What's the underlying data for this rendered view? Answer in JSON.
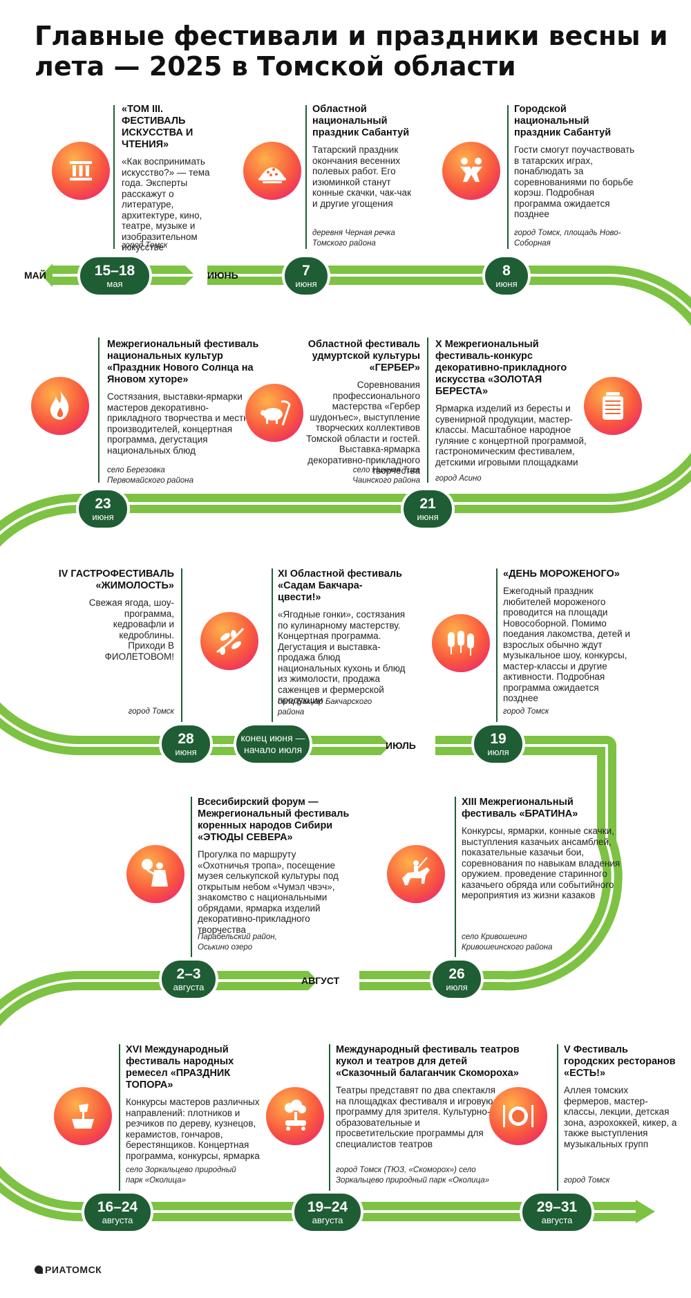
{
  "title": "Главные фестивали и праздники весны и лета — 2025 в Томской области",
  "months": {
    "may": "МАЙ",
    "june": "ИЮНЬ",
    "july": "ИЮЛЬ",
    "august": "АВГУСТ"
  },
  "colors": {
    "track": "#7dc243",
    "badge": "#1f5d34",
    "icon_from": "#ffb14a",
    "icon_to": "#e8157e"
  },
  "events": [
    {
      "id": "tom3",
      "icon": "roman-three-icon",
      "title": "«ТОМ III. ФЕСТИВАЛЬ ИСКУССТВА И ЧТЕНИЯ»",
      "desc": "«Как воспринимать искусство?» — тема года. Эксперты расскажут о литературе, архитектуре, кино, театре, музыке и изобразительном искусстве",
      "location": "город Томск",
      "date": "15–18",
      "month": "мая"
    },
    {
      "id": "sabantuy-region",
      "icon": "chak-chak-icon",
      "title": "Областной национальный праздник Сабантуй",
      "desc": "Татарский праздник окончания весенних полевых работ. Его изюминкой станут конные скачки, чак-чак и другие угощения",
      "location": "деревня Черная речка Томского района",
      "date": "7",
      "month": "июня"
    },
    {
      "id": "sabantuy-city",
      "icon": "wrestlers-icon",
      "title": "Городской национальный праздник Сабантуй",
      "desc": "Гости смогут поучаствовать в татарских играх, понаблюдать за соревнованиями по борьбе корэш. Подробная программа ожидается позднее",
      "location": "город Томск, площадь Ново-Соборная",
      "date": "8",
      "month": "июня"
    },
    {
      "id": "new-sun",
      "icon": "fire-icon",
      "title": "Межрегиональный фестиваль национальных культур «Праздник Нового Солнца на Яновом хуторе»",
      "desc": "Состязания, выставки-ярмарки мастеров декоративно-прикладного творчества и местных производителей, концертная программа, дегустация национальных блюд",
      "location": "село Березовка Первомайского района",
      "date": "23",
      "month": "июня"
    },
    {
      "id": "gerber",
      "icon": "pig-scythe-icon",
      "title": "Областной фестиваль удмуртской культуры «ГЕРБЕР»",
      "desc": "Соревнования профессионального мастерства «Гербер шудонъес», выступление творческих коллективов Томской области и гостей. Выставка-ярмарка декоративно-прикладного творчества",
      "location": "село Нижняя Тига Чаинского района",
      "date": "21",
      "month": "июня"
    },
    {
      "id": "beresta",
      "icon": "birch-jar-icon",
      "title": "X Межрегиональный фестиваль-конкурс декоративно-прикладного искусства «ЗОЛОТАЯ БЕРЕСТА»",
      "desc": "Ярмарка изделий из бересты и сувенирной продукции, мастер-классы. Масштабное народное гуляние с концертной программой, гастрономическим фестивалем, детскими игровыми площадками",
      "location": "город Асино"
    },
    {
      "id": "zhimolost",
      "icon": "honeysuckle-icon",
      "title": "IV ГАСТРОФЕСТИВАЛЬ «ЖИМОЛОСТЬ»",
      "desc": "Свежая ягода, шоу-программа, кедровафли и кедроблины. Приходи В ФИОЛЕТОВОМ!",
      "location": "город Томск",
      "date": "28",
      "month": "июня"
    },
    {
      "id": "bakchar",
      "icon": "honeysuckle-branch-icon",
      "title": "XI Областной фестиваль «Садам Бакчара-цвести!»",
      "desc": "«Ягодные гонки», состязания по кулинарному мастерству. Концертная программа. Дегустация и выставка-продажа блюд национальных кухонь и блюд из жимолости, продажа саженцев и фермерской продукции",
      "location": "село Бакчар Бакчарского района",
      "date": "конец июня — начало июля"
    },
    {
      "id": "icecream",
      "icon": "ice-cream-icon",
      "title": "«ДЕНЬ МОРОЖЕНОГО»",
      "desc": "Ежегодный праздник любителей мороженого проводится на площади Новособорной. Помимо поедания лакомства, детей и взрослых обычно ждут музыкальное шоу, конкурсы, мастер-классы и другие активности. Подробная программа ожидается позднее",
      "location": "город Томск",
      "date": "19",
      "month": "июля"
    },
    {
      "id": "north",
      "icon": "shaman-drum-icon",
      "title": "Всесибирский форум — Межрегиональный фестиваль коренных народов Сибири «ЭТЮДЫ СЕВЕРА»",
      "desc": "Прогулка по маршруту «Охотничья тропа», посещение музея селькупской культуры под открытым небом «Чумэл чвэч», знакомство с национальными обрядами, ярмарка изделий декоративно-прикладного творчества",
      "location": "Парабельский район, Оськино озеро",
      "date": "2–3",
      "month": "августа"
    },
    {
      "id": "bratina",
      "icon": "cossack-rider-icon",
      "title": "XIII Межрегиональный фестиваль «БРАТИНА»",
      "desc": "Конкурсы, ярмарки, конные скачки, выступления казачьих ансамблей, показательные казачьи бои, соревнования по навыкам владения оружием. проведение старинного казачьего обряда или событийного мероприятия из жизни казаков",
      "location": "село Кривошеино Кривошеинского района",
      "date": "26",
      "month": "июля"
    },
    {
      "id": "axe",
      "icon": "axe-stump-icon",
      "title": "XVI Международный фестиваль народных ремесел «ПРАЗДНИК ТОПОРА»",
      "desc": "Конкурсы мастеров различных направлений: плотников и резчиков по дереву, кузнецов, керамистов, гончаров, берестянщиков. Концертная программа, конкурсы, ярмарка",
      "location": "село Зоркальцево природный парк «Околица»",
      "date": "16–24",
      "month": "августа"
    },
    {
      "id": "puppets",
      "icon": "puppet-tree-icon",
      "title": "Международный фестиваль театров кукол и театров для детей «Сказочный балаганчик Скомороха»",
      "desc": "Театры представят по два спектакля на площадках фестиваля и игровую программу для зрителя. Культурно-образовательные и просветительские программы для специалистов театров",
      "location": "город Томск (ТЮЗ, «Скоморох») село Зоркальцево природный парк «Околица»",
      "date": "19–24",
      "month": "августа"
    },
    {
      "id": "est",
      "icon": "plate-cutlery-icon",
      "title": "V Фестиваль городских ресторанов «ЕСТЬ!»",
      "desc": "Аллея томских фермеров, мастер-классы, лекции, детская зона, аэрохоккей, кикер, а также выступления музыкальных групп",
      "location": "город Томск",
      "date": "29–31",
      "month": "августа"
    }
  ],
  "logo": "РИАТОМСК"
}
